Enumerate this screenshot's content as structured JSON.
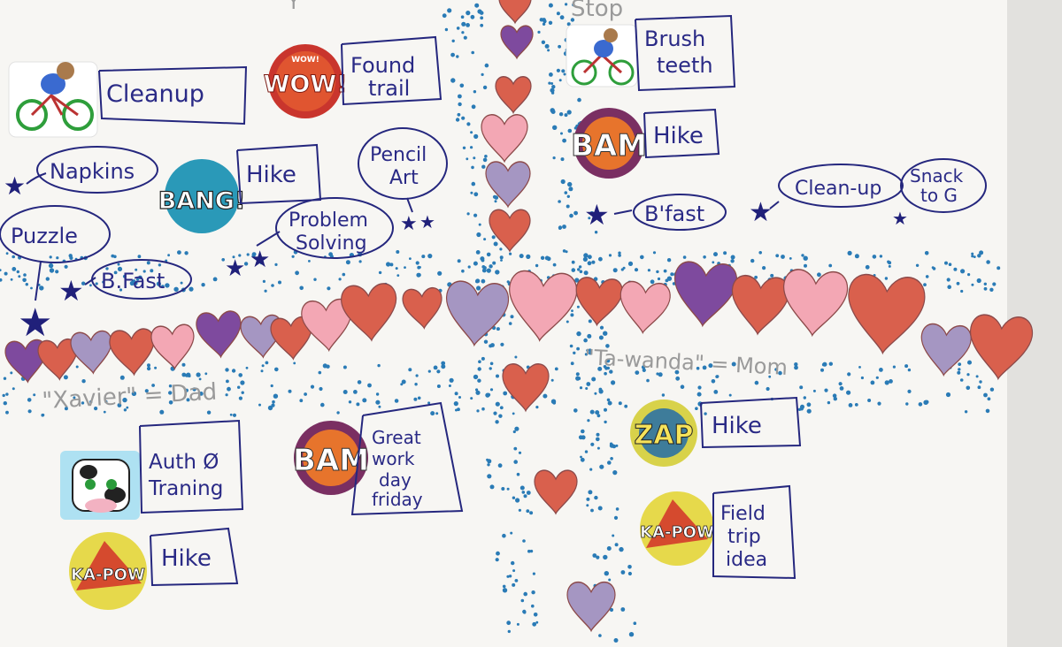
{
  "colors": {
    "paper": "#f7f6f3",
    "ink": "#25277e",
    "dots": "#2a7bb6",
    "heart_red": "#d9604d",
    "heart_pink": "#f3a7b4",
    "heart_purple": "#7e4a9e",
    "heart_lavender": "#a596c2"
  },
  "notes": {
    "cleanup": "Cleanup",
    "found_trail_1": "Found",
    "found_trail_2": "trail",
    "brush_teeth_1": "Brush",
    "brush_teeth_2": "teeth",
    "hike_bam": "Hike",
    "napkins": "Napkins",
    "hike_bang": "Hike",
    "pencil_art_1": "Pencil",
    "pencil_art_2": "Art",
    "clean_up": "Clean-up",
    "snack_1": "Snack",
    "snack_2": "to G",
    "bfast_right": "B'fast",
    "puzzle": "Puzzle",
    "problem_1": "Problem",
    "problem_2": "Solving",
    "bfast_left": "B.Fast",
    "hike_zap": "Hike",
    "auth_1": "Auth Ø",
    "auth_2": "Traning",
    "great_1": "Great",
    "great_2": "work",
    "great_3": "day",
    "great_4": "friday",
    "field_1": "Field",
    "field_2": "trip",
    "field_3": "idea",
    "hike_kapow": "Hike"
  },
  "pencil_labels": {
    "left": "\"Xavier\" = Dad",
    "right": "\"Ta-wanda\" = Mom",
    "top_left": "Y",
    "top_right": "Stop"
  },
  "stickers": {
    "wow": "WOW!",
    "wow_small": "WOW!",
    "bam_top": "BAM",
    "bang": "BANG!",
    "bam_bottom": "BAM",
    "zap": "ZAP",
    "kapow_right": "KA-POW",
    "kapow_left": "KA-POW"
  }
}
